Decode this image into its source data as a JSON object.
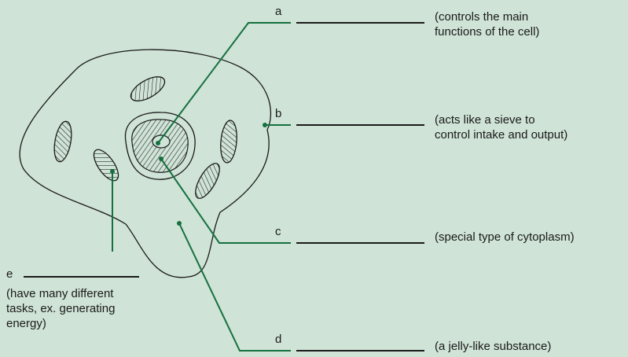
{
  "labels": [
    {
      "letter": "a",
      "line1": "(controls the main",
      "line2": "functions of the cell)"
    },
    {
      "letter": "b",
      "line1": "(acts like a sieve to",
      "line2": "control intake and output)"
    },
    {
      "letter": "c",
      "line1": "(special type of cytoplasm)",
      "line2": ""
    },
    {
      "letter": "d",
      "line1": "(a jelly-like substance)",
      "line2": ""
    },
    {
      "letter": "e",
      "line1": "(have many different",
      "line2": "tasks, ex. generating",
      "line3": "energy)"
    }
  ],
  "colors": {
    "background": "#cfe3d6",
    "leader_line": "#15703f",
    "outline": "#1a1a1a"
  }
}
